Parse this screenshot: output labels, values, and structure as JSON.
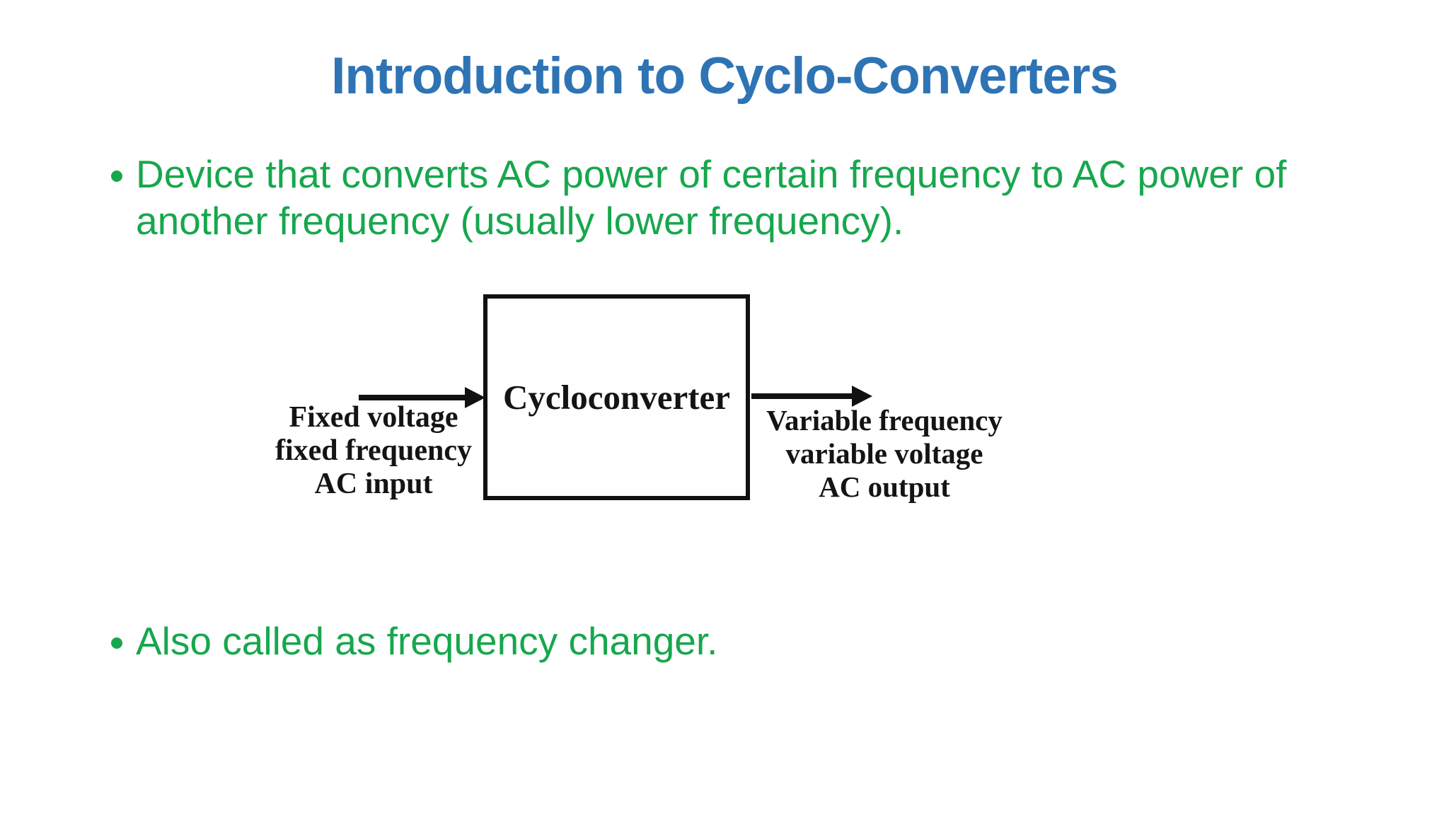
{
  "slide": {
    "title": "Introduction to Cyclo-Converters",
    "bullets": [
      {
        "lines": [
          "Device that converts AC power of certain frequency to AC power of",
          "another frequency (usually lower frequency)."
        ]
      },
      {
        "lines": [
          "Also called as frequency changer."
        ]
      }
    ],
    "diagram": {
      "box_label": "Cycloconverter",
      "input_label_lines": [
        "Fixed voltage",
        "fixed frequency",
        "AC input"
      ],
      "output_label_lines": [
        "Variable frequency",
        "variable voltage",
        "AC output"
      ],
      "icons": {
        "input_arrow": "right-arrow",
        "output_arrow": "right-arrow"
      }
    },
    "colors": {
      "background": "#FFFFFF",
      "title": "#2E74B5",
      "bullet_text": "#17A74D",
      "diagram_ink": "#111111"
    }
  }
}
